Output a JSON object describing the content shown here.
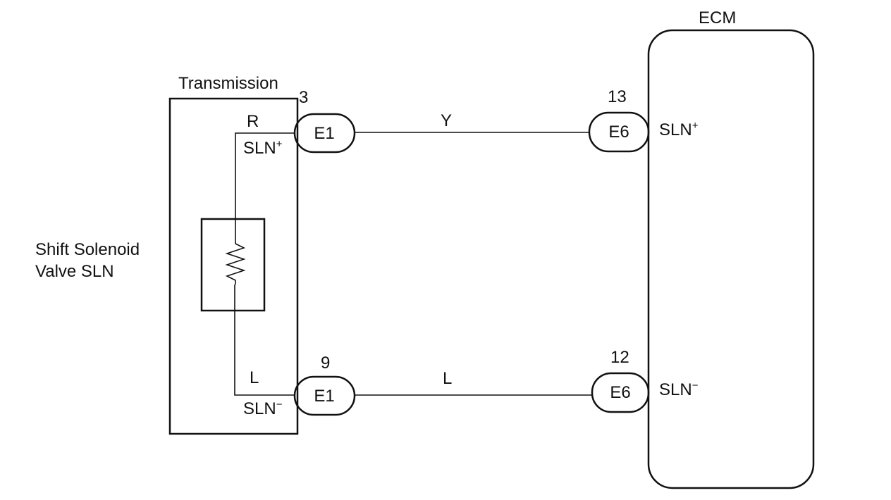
{
  "transmission": {
    "title": "Transmission",
    "wire_color_top": "R",
    "wire_color_bottom": "L",
    "terminal_top": {
      "name": "SLN",
      "sign": "+"
    },
    "terminal_bottom": {
      "name": "SLN",
      "sign": "−"
    }
  },
  "solenoid": {
    "label_line1": "Shift Solenoid",
    "label_line2": "Valve SLN"
  },
  "connectors": {
    "e1_top": {
      "label": "E1",
      "pin": "3"
    },
    "e1_bottom": {
      "label": "E1",
      "pin": "9"
    },
    "e6_top": {
      "label": "E6",
      "pin": "13"
    },
    "e6_bottom": {
      "label": "E6",
      "pin": "12"
    }
  },
  "wires": {
    "top_color": "Y",
    "bottom_color": "L"
  },
  "ecm": {
    "title": "ECM",
    "terminal_top": {
      "name": "SLN",
      "sign": "+"
    },
    "terminal_bottom": {
      "name": "SLN",
      "sign": "−"
    }
  },
  "colors": {
    "line": "#111111",
    "background": "#ffffff"
  }
}
